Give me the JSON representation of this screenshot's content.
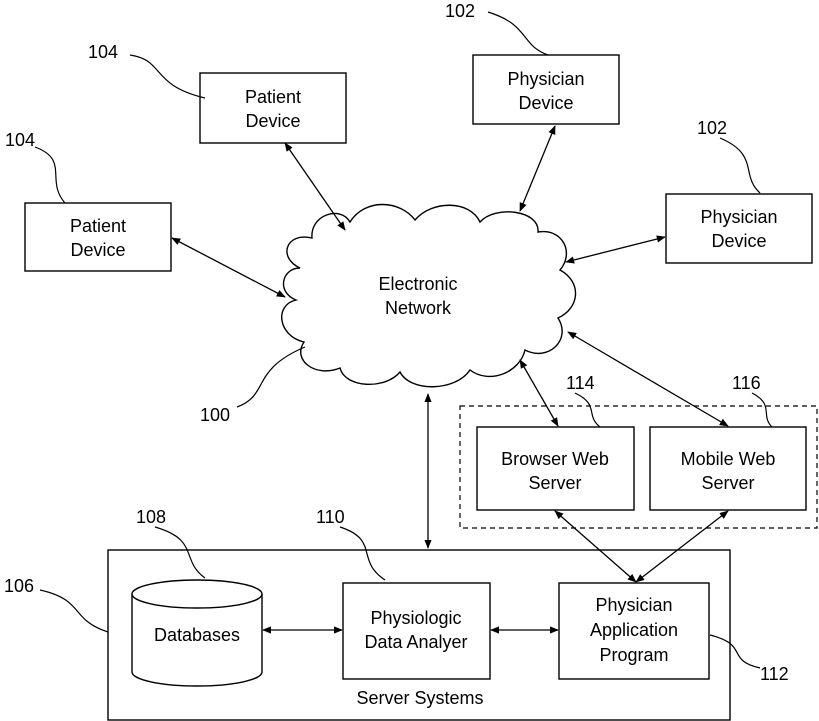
{
  "nodes": {
    "electronic_network": {
      "line1": "Electronic",
      "line2": "Network"
    },
    "patient_device_top": {
      "line1": "Patient",
      "line2": "Device"
    },
    "patient_device_left": {
      "line1": "Patient",
      "line2": "Device"
    },
    "physician_device_top": {
      "line1": "Physician",
      "line2": "Device"
    },
    "physician_device_right": {
      "line1": "Physician",
      "line2": "Device"
    },
    "browser_web_server": {
      "line1": "Browser Web",
      "line2": "Server"
    },
    "mobile_web_server": {
      "line1": "Mobile Web",
      "line2": "Server"
    },
    "databases": {
      "label": "Databases"
    },
    "physiologic_data_analyzer": {
      "line1": "Physiologic",
      "line2": "Data Analyer"
    },
    "physician_application_program": {
      "line1": "Physician",
      "line2": "Application",
      "line3": "Program"
    },
    "server_systems": {
      "label": "Server Systems"
    }
  },
  "refs": {
    "network": "100",
    "physician_device_top": "102",
    "physician_device_right": "102",
    "patient_device_top": "104",
    "patient_device_left": "104",
    "server_systems": "106",
    "databases": "108",
    "analyzer": "110",
    "app_program": "112",
    "browser_server": "114",
    "mobile_server": "116"
  }
}
